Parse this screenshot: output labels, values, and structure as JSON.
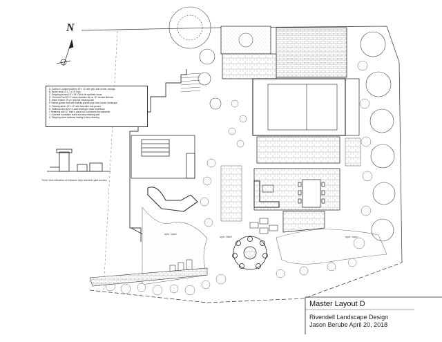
{
  "north_label": "N",
  "legend": {
    "items": [
      "A. Cushion L-shaped kitchen 15' x 10' with grill, side burner, storage",
      "B. Bench seat 13' x 7' x 19\" high",
      "C. Stepping stones 18\" x 36\" Gibi's tile synthetic stone",
      "D. Concrete Pad 15' 6\" inside diameter fall on 10\" circular firebowl",
      "E. Water feature: 5' x 3' Icoki tile retaining wall",
      "F. Raised garden bed with Arbicity granite pipe lined border hardscape",
      "G. Raised planter 24' x 12' with travertine and ground",
      "H. Walkway and stone 4' wide leading to lower levelfence",
      "I. Retaining wall 12\" built in place not to preserve the stairwells",
      "J. Concrete foundation slabs and step retaining wall",
      "K. Stepping stone walkway leading to step retaining"
    ]
  },
  "elevation_caption": "Three view elevation of entrance step and side yard access",
  "lawn_labels": [
    "sym. lawn",
    "sym. lawn",
    "sym. lawn"
  ],
  "title_block": {
    "title": "Master Layout D",
    "company": "Rivendell Landscape Design",
    "author_date": "Jason Berube   April 20, 2018"
  }
}
